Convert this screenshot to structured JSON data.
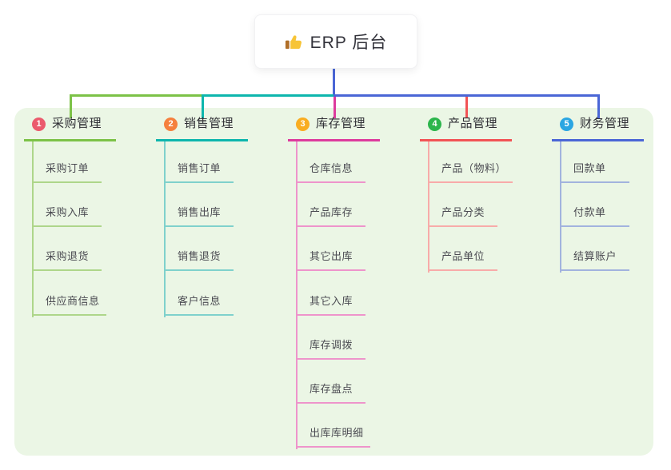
{
  "root": {
    "title": "ERP 后台",
    "icon": "thumbs-up-icon"
  },
  "colors": {
    "root_line": "#4a66d6",
    "panel_background": "#ebf6e5",
    "root_card_background": "#ffffff",
    "header_text": "#2f2f35",
    "child_text": "#4b4b52"
  },
  "branches": [
    {
      "num": "1",
      "label": "采购管理",
      "badge_color": "#eb5a6d",
      "line_color": "#7cc247",
      "child_line_color": "#aed68a",
      "children": [
        "采购订单",
        "采购入库",
        "采购退货",
        "供应商信息"
      ]
    },
    {
      "num": "2",
      "label": "销售管理",
      "badge_color": "#f5803e",
      "line_color": "#0db6ad",
      "child_line_color": "#7fd1cc",
      "children": [
        "销售订单",
        "销售出库",
        "销售退货",
        "客户信息"
      ]
    },
    {
      "num": "3",
      "label": "库存管理",
      "badge_color": "#f9ad21",
      "line_color": "#dd3a9d",
      "child_line_color": "#ee94cb",
      "children": [
        "仓库信息",
        "产品库存",
        "其它出库",
        "其它入库",
        "库存调拨",
        "库存盘点",
        "出库库明细"
      ]
    },
    {
      "num": "4",
      "label": "产品管理",
      "badge_color": "#2cb54c",
      "line_color": "#f25355",
      "child_line_color": "#f8aba9",
      "children": [
        "产品（物料）",
        "产品分类",
        "产品单位"
      ]
    },
    {
      "num": "5",
      "label": "财务管理",
      "badge_color": "#2ba6e2",
      "line_color": "#4a66d6",
      "child_line_color": "#a2b3de",
      "children": [
        "回款单",
        "付款单",
        "结算账户"
      ]
    }
  ]
}
